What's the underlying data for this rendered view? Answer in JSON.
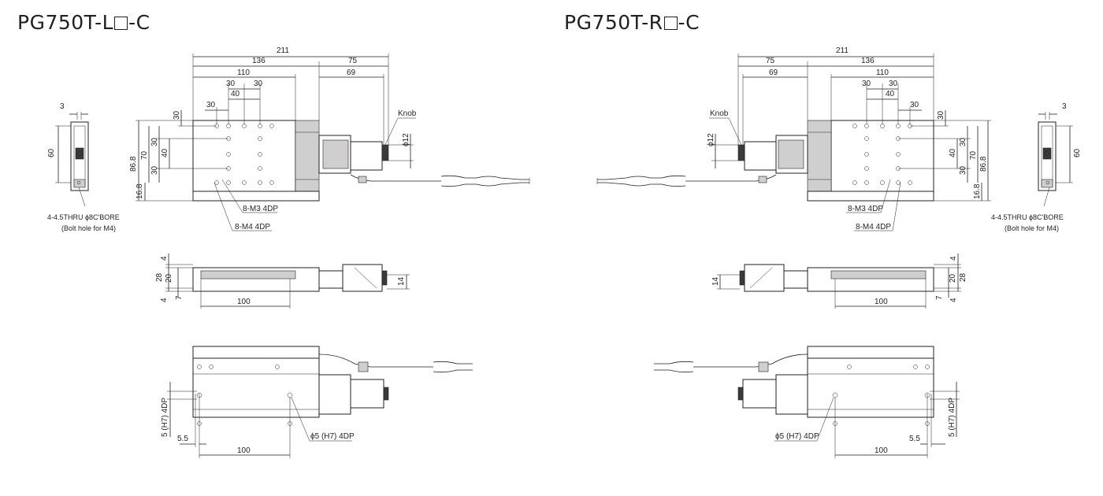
{
  "titles": {
    "left_prefix": "PG750T-L",
    "left_suffix": "-C",
    "right_prefix": "PG750T-R",
    "right_suffix": "-C"
  },
  "dimensions": {
    "d211": "211",
    "d136": "136",
    "d75": "75",
    "d110": "110",
    "d69": "69",
    "d30": "30",
    "d40": "40",
    "d3": "3",
    "d60": "60",
    "d86_8": "86.8",
    "d70": "70",
    "d16_8": "16.8",
    "phi12": "ϕ12",
    "d4": "4",
    "d28": "28",
    "d20": "20",
    "d7": "7",
    "d14": "14",
    "d100": "100",
    "d5_5": "5.5"
  },
  "labels": {
    "knob": "Knob",
    "m3": "8-M3 4DP",
    "m4": "8-M4 4DP",
    "bolt_thru": "4-4.5THRU ϕ8C'BORE",
    "bolt_note": "(Bolt hole for M4)",
    "pin_hole": "ϕ5 (H7) 4DP",
    "pin_side": "5 (H7) 4DP"
  }
}
